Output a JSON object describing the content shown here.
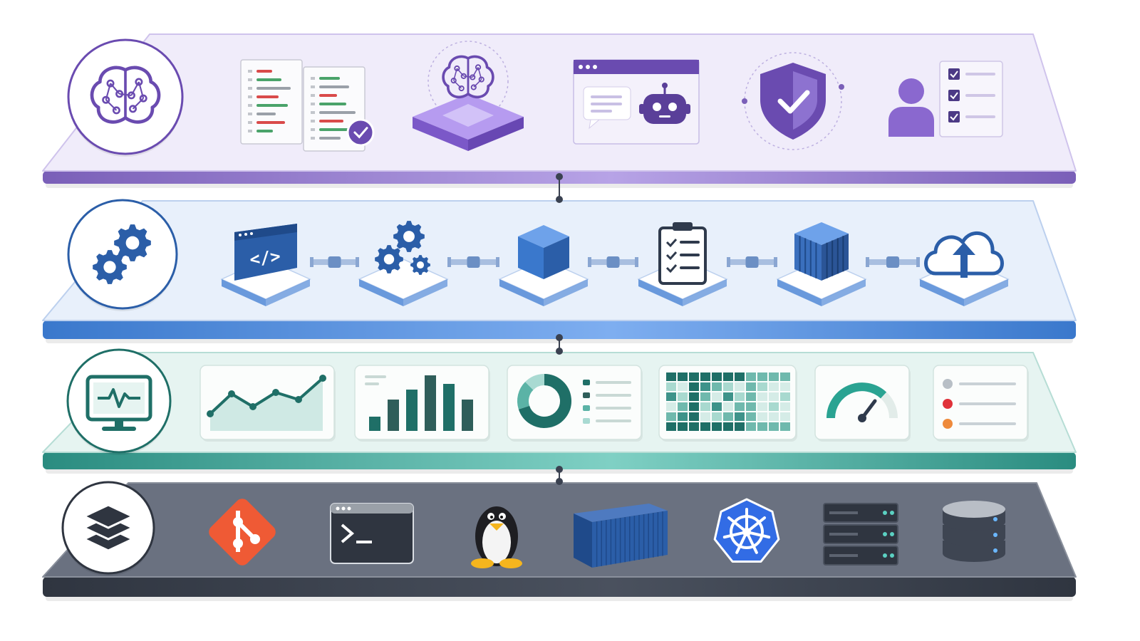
{
  "layers": [
    {
      "id": "ai",
      "badge_icon": "brain-icon",
      "colors": {
        "top": "#f0ecfa",
        "top_edge": "#cfc3ec",
        "front_a": "#7a5fb8",
        "front_b": "#b7a3e6",
        "accent": "#6a4bb0",
        "accent_light": "#9b82d6"
      },
      "items": [
        "code-review-icon",
        "ai-model-icon",
        "chatbot-icon",
        "security-shield-icon",
        "user-checklist-icon"
      ]
    },
    {
      "id": "pipeline",
      "badge_icon": "gears-icon",
      "colors": {
        "top": "#e8f0fb",
        "top_edge": "#bcd0ee",
        "front_a": "#3a78cc",
        "front_b": "#7eaef0",
        "accent": "#2b5ea8",
        "accent_light": "#5b8fd8"
      },
      "items": [
        "code-editor-icon",
        "build-gears-icon",
        "artifact-cube-icon",
        "test-checklist-icon",
        "container-icon",
        "cloud-deploy-icon"
      ]
    },
    {
      "id": "monitoring",
      "badge_icon": "monitor-pulse-icon",
      "colors": {
        "top": "#e6f4f1",
        "top_edge": "#b6ddd5",
        "front_a": "#2a8c80",
        "front_b": "#7fd0c4",
        "accent": "#1f6f67",
        "accent_light": "#5bb3a6"
      },
      "items": [
        "line-chart-icon",
        "bar-chart-icon",
        "donut-chart-icon",
        "heatmap-icon",
        "gauge-icon",
        "alert-list-icon"
      ]
    },
    {
      "id": "infrastructure",
      "badge_icon": "stack-layers-icon",
      "colors": {
        "top": "#6a7180",
        "top_edge": "#8a909c",
        "front_a": "#2f3540",
        "front_b": "#4a515e",
        "accent": "#2f3540",
        "accent_light": "#7a818e"
      },
      "items": [
        "git-icon",
        "terminal-icon",
        "linux-penguin-icon",
        "shipping-container-icon",
        "kubernetes-icon",
        "server-rack-icon",
        "database-icon"
      ]
    }
  ]
}
